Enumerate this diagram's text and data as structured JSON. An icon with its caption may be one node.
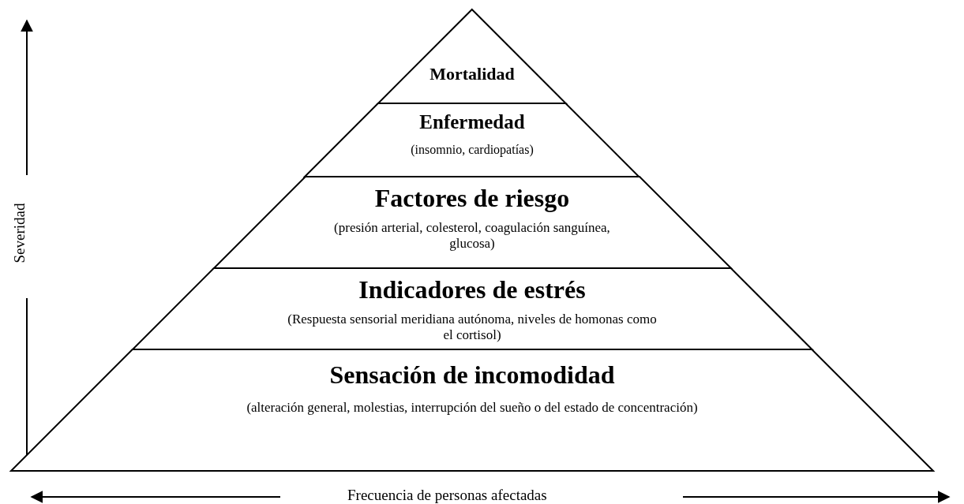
{
  "diagram": {
    "nodes": [
      {
        "text": [
          "Mortalidad"
        ]
      },
      {
        "text": [
          "Enfermedad",
          "(insomnio, cardiopatías)"
        ]
      },
      {
        "text": [
          "Factores de riesgo",
          "(presión arterial,  colesterol, coagulación sanguínea, glucosa)"
        ]
      },
      {
        "text": [
          "Indicadores de estrés",
          "(Respuesta sensorial meridiana autónoma, niveles de homonas como el cortisol)"
        ]
      },
      {
        "text": [
          "Sensación de incomodidad",
          "(alteración general, molestias, interrupción del sueño o del estado de concentración)"
        ]
      }
    ],
    "edges": [],
    "labels": [
      "Severidad",
      "Frecuencia de personas afectadas"
    ]
  }
}
